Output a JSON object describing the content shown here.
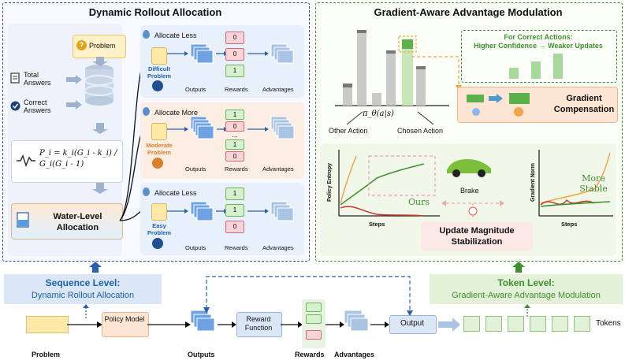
{
  "left_panel": {
    "title": "Dynamic Rollout Allocation",
    "problem_label": "Problem",
    "total_answers": "Total Answers",
    "correct_answers": "Correct Answers",
    "formula": "P_i = k_i(G_i - k_i) / G_i(G_i - 1)",
    "water_level": "Water-Level Allocation",
    "rows": [
      {
        "header": "Allocate Less",
        "problem": "Difficult Problem",
        "rewards": [
          "0",
          "0",
          "1"
        ],
        "outputs": "Outputs",
        "rewards_label": "Rewards",
        "advantages": "Advantages"
      },
      {
        "header": "Allocate More",
        "problem": "Moderate Problem",
        "rewards": [
          "1",
          "0",
          "...",
          "1",
          "0"
        ],
        "outputs": "Outputs",
        "rewards_label": "Rewards",
        "advantages": "Advantages"
      },
      {
        "header": "Allocate Less",
        "problem": "Easy Problem",
        "rewards": [
          "1",
          "1",
          "0"
        ],
        "outputs": "Outputs",
        "rewards_label": "Rewards",
        "advantages": "Advantages"
      }
    ]
  },
  "right_panel": {
    "title": "Gradient-Aware Advantage Modulation",
    "policy_label": "π_θ(a|s)",
    "other_action": "Other Action",
    "chosen_action": "Chosen Action",
    "correct_actions_line1": "For Correct Actions:",
    "correct_actions_line2": "Higher Confidence → Weaker Updates",
    "gradient_compensation": "Gradient Compensation",
    "left_chart_ylabel": "Policy Entropy",
    "left_chart_xlabel": "Steps",
    "ours_label": "Ours",
    "brake_label": "Brake",
    "update_label": "Update Magnitude Stabilization",
    "right_chart_ylabel": "Gradient Norm",
    "right_chart_xlabel": "Steps",
    "more_stable": "More Stable"
  },
  "bottom": {
    "sequence_level": "Sequence Level:",
    "sequence_sub": "Dynamic Rollout Allocation",
    "token_level": "Token Level:",
    "token_sub": "Gradient-Aware Advantage Modulation",
    "policy_model": "Policy Model",
    "reward_function": "Reward Function",
    "output": "Output",
    "tokens": "Tokens",
    "problem": "Problem",
    "outputs": "Outputs",
    "rewards": "Rewards",
    "advantages": "Advantages"
  }
}
